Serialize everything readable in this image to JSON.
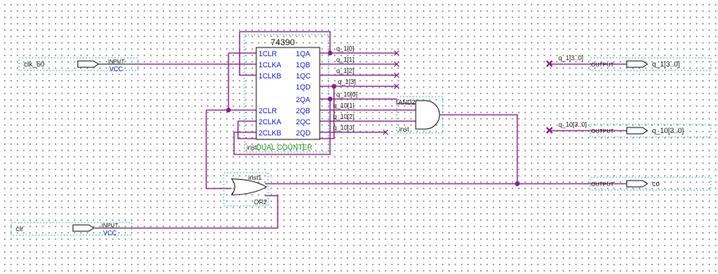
{
  "counter": {
    "part_name": "74390",
    "part_desc": "DUAL COUNTER",
    "instance": "inst",
    "pins_left": [
      "1CLR",
      "1CLKA",
      "1CLKB",
      "2CLR",
      "2CLKA",
      "2CLKB"
    ],
    "pins_right": [
      "1QA",
      "1QB",
      "1QC",
      "1QD",
      "2QA",
      "2QB",
      "2QC",
      "2QD"
    ]
  },
  "and_gate": {
    "type": "AND2",
    "instance": "inst"
  },
  "or_gate": {
    "type": "OR2",
    "instance": "inst1"
  },
  "inputs": {
    "clk": {
      "name": "clk_60",
      "type": "INPUT",
      "default": "VCC"
    },
    "clr": {
      "name": "clr",
      "type": "INPUT",
      "default": "VCC"
    }
  },
  "outputs": {
    "q1": {
      "name": "q_1[3..0]",
      "type": "OUTPUT",
      "bus": "q_1[3..0]"
    },
    "q10": {
      "name": "q_10[3..0]",
      "type": "OUTPUT",
      "bus": "q_10[3..0]"
    },
    "co": {
      "name": "co",
      "type": "OUTPUT"
    }
  },
  "net_labels": [
    "q_1[0]",
    "q_1[1]",
    "q_1[2]",
    "q_1[3]",
    "q_10[0]",
    "q_10[1]",
    "q_10[2]",
    "q_10[3]"
  ],
  "colors": {
    "wire": "#8b1a8b",
    "pin_text": "#1515d9",
    "outline": "#2bb0a8",
    "desc": "#1a9a1a"
  }
}
